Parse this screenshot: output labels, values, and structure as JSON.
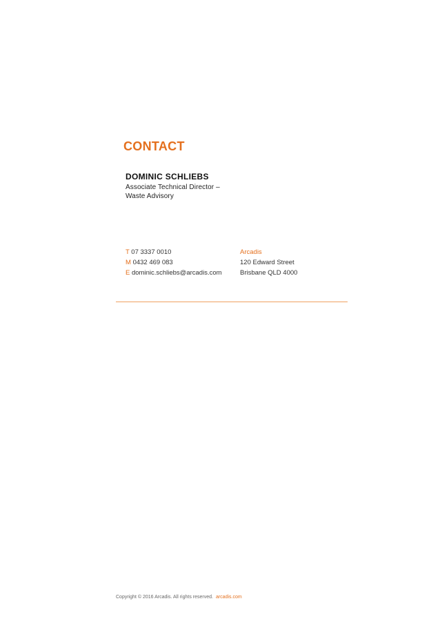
{
  "heading": "CONTACT",
  "person": {
    "name": "DOMINIC SCHLIEBS",
    "title_line1": "Associate Technical Director –",
    "title_line2": "Waste Advisory"
  },
  "contact": {
    "phone_prefix": "T",
    "phone": "07 3337 0010",
    "mobile_prefix": "M",
    "mobile": "0432 469 083",
    "email_prefix": "E",
    "email": "dominic.schliebs@arcadis.com"
  },
  "address": {
    "company": "Arcadis",
    "street": "120 Edward Street",
    "city": "Brisbane QLD 4000"
  },
  "footer": {
    "copyright": "Copyright © 2016 Arcadis. All rights reserved.",
    "link": "arcadis.com"
  },
  "colors": {
    "accent": "#e4701e",
    "text": "#1a1a1a"
  }
}
